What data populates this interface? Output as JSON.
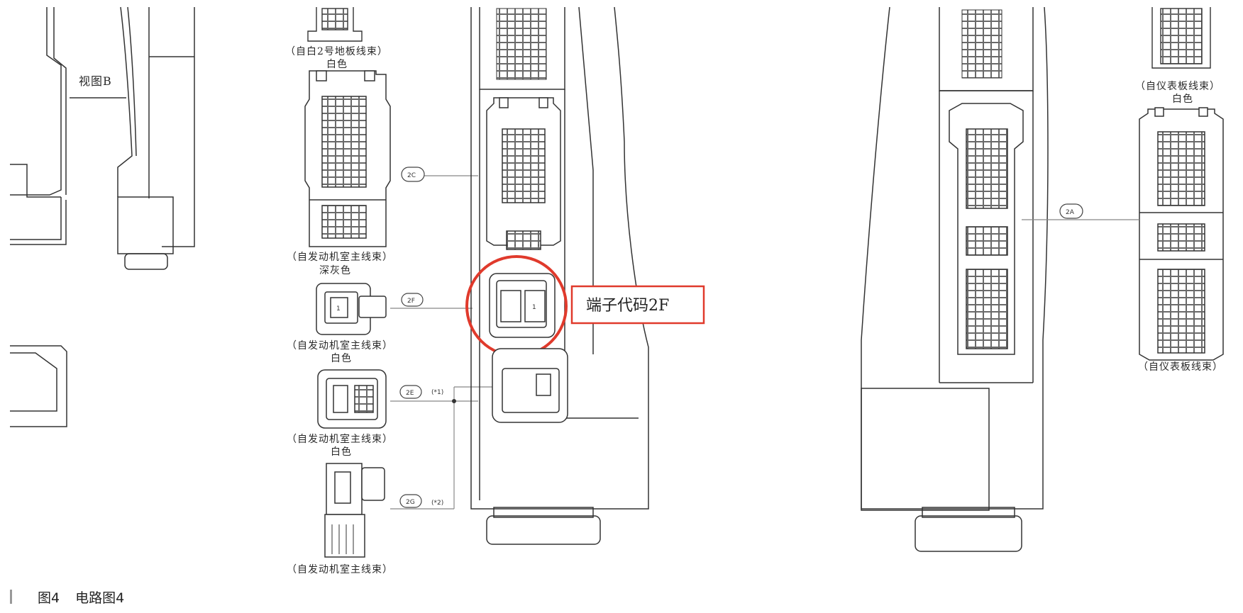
{
  "labels": {
    "view_b": "视图B",
    "floor_harness_2": "（自白2号地板线束）",
    "white_1": "白色",
    "engine_harness_1": "（自发动机室主线束）",
    "dark_gray": "深灰色",
    "engine_harness_2": "（自发动机室主线束）",
    "white_2": "白色",
    "engine_harness_3": "（自发动机室主线束）",
    "white_3": "白色",
    "engine_harness_4": "（自发动机室主线束）",
    "dash_harness_1": "（自仪表板线束）",
    "white_4": "白色",
    "dash_harness_2": "（自仪表板线束）"
  },
  "connectors": {
    "c2c": "2C",
    "c2f": "2F",
    "c2e": "2E",
    "c2g": "2G",
    "c2a": "2A"
  },
  "notes": {
    "n1": "(*1)",
    "n2": "(*2)"
  },
  "callout": "端子代码2F",
  "caption": {
    "figure": "图4",
    "title": "电路图4"
  },
  "colors": {
    "line": "#333333",
    "highlight": "#e03a2c",
    "leader": "#888888"
  }
}
